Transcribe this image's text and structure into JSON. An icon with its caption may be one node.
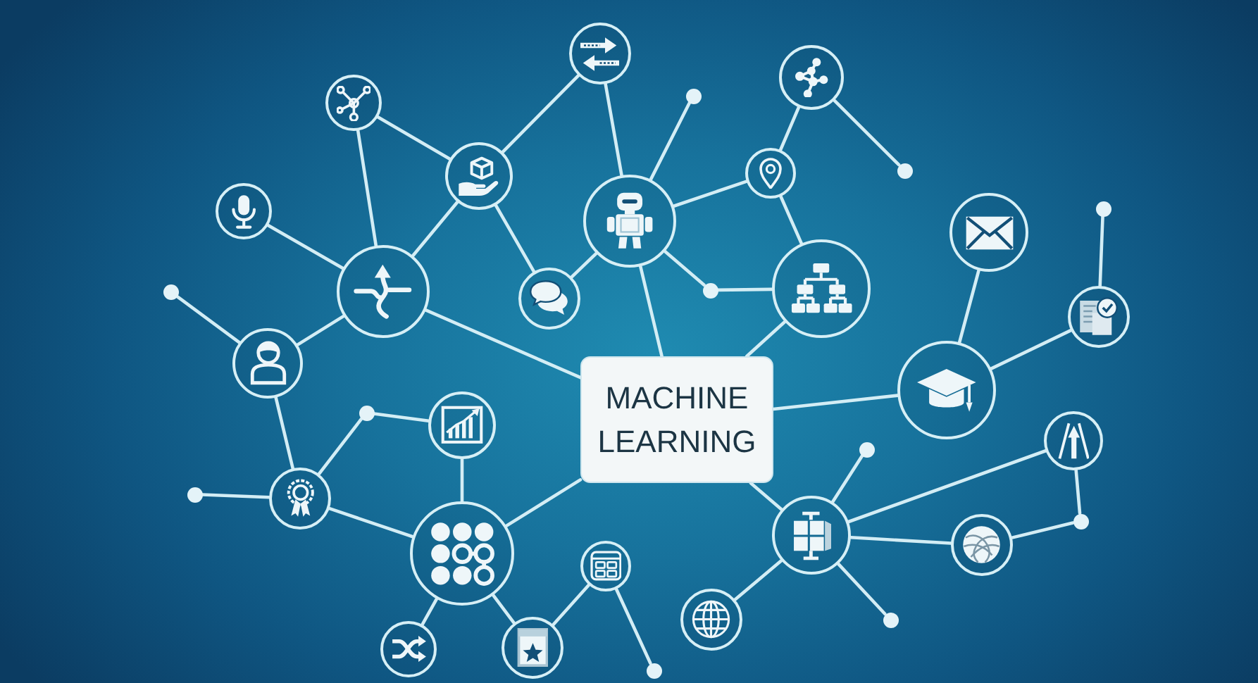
{
  "diagram": {
    "nodes": [
      {
        "text": [],
        "shape": "circle"
      },
      {
        "text": [],
        "shape": "circle"
      },
      {
        "text": [],
        "shape": "dot"
      },
      {
        "text": [],
        "shape": "circle"
      },
      {
        "text": [],
        "shape": "dot"
      },
      {
        "text": [],
        "shape": "circle"
      },
      {
        "text": [],
        "shape": "circle"
      },
      {
        "text": [],
        "shape": "dot"
      },
      {
        "text": [],
        "shape": "circle"
      },
      {
        "text": [],
        "shape": "circle"
      },
      {
        "text": [],
        "shape": "circle"
      },
      {
        "text": [],
        "shape": "circle"
      },
      {
        "text": [],
        "shape": "dot"
      },
      {
        "text": [],
        "shape": "dot"
      },
      {
        "text": [],
        "shape": "circle"
      },
      {
        "text": [],
        "shape": "circle"
      },
      {
        "text": [],
        "shape": "circle"
      },
      {
        "text": [],
        "shape": "circle"
      },
      {
        "text": [],
        "shape": "circle"
      },
      {
        "text": [
          "MACHINE LEARNING"
        ]
      },
      {
        "text": [],
        "shape": "dot"
      },
      {
        "text": [],
        "shape": "circle"
      },
      {
        "text": [],
        "shape": "circle"
      },
      {
        "text": [],
        "shape": "dot"
      },
      {
        "text": [],
        "shape": "dot"
      },
      {
        "text": [],
        "shape": "circle"
      },
      {
        "text": [],
        "shape": "dot"
      },
      {
        "text": [],
        "shape": "circle"
      },
      {
        "text": [],
        "shape": "circle"
      },
      {
        "text": [],
        "shape": "circle"
      },
      {
        "text": [],
        "shape": "circle"
      },
      {
        "text": [],
        "shape": "circle"
      },
      {
        "text": [],
        "shape": "dot"
      },
      {
        "text": [],
        "shape": "circle"
      },
      {
        "text": [],
        "shape": "circle"
      },
      {
        "text": [],
        "shape": "dot"
      }
    ],
    "edges": [
      {
        "from": 0,
        "to": 6,
        "arrow": "none"
      },
      {
        "from": 0,
        "to": 9,
        "arrow": "none"
      },
      {
        "from": 3,
        "to": 6,
        "arrow": "none"
      },
      {
        "from": 3,
        "to": 14,
        "arrow": "none"
      },
      {
        "from": 6,
        "to": 14,
        "arrow": "none"
      },
      {
        "from": 6,
        "to": 15,
        "arrow": "none"
      },
      {
        "from": 8,
        "to": 14,
        "arrow": "none"
      },
      {
        "from": 9,
        "to": 2,
        "arrow": "none"
      },
      {
        "from": 9,
        "to": 5,
        "arrow": "none"
      },
      {
        "from": 9,
        "to": 15,
        "arrow": "none"
      },
      {
        "from": 9,
        "to": 12,
        "arrow": "none"
      },
      {
        "from": 9,
        "to": 19,
        "arrow": "none"
      },
      {
        "from": 5,
        "to": 1,
        "arrow": "none"
      },
      {
        "from": 1,
        "to": 4,
        "arrow": "none"
      },
      {
        "from": 5,
        "to": 11,
        "arrow": "none"
      },
      {
        "from": 12,
        "to": 11,
        "arrow": "none"
      },
      {
        "from": 11,
        "to": 19,
        "arrow": "none"
      },
      {
        "from": 14,
        "to": 19,
        "arrow": "none"
      },
      {
        "from": 14,
        "to": 17,
        "arrow": "none"
      },
      {
        "from": 13,
        "to": 17,
        "arrow": "none"
      },
      {
        "from": 17,
        "to": 25,
        "arrow": "none"
      },
      {
        "from": 24,
        "to": 25,
        "arrow": "none"
      },
      {
        "from": 25,
        "to": 20,
        "arrow": "none"
      },
      {
        "from": 20,
        "to": 21,
        "arrow": "none"
      },
      {
        "from": 21,
        "to": 29,
        "arrow": "none"
      },
      {
        "from": 25,
        "to": 29,
        "arrow": "none"
      },
      {
        "from": 29,
        "to": 19,
        "arrow": "none"
      },
      {
        "from": 29,
        "to": 33,
        "arrow": "none"
      },
      {
        "from": 29,
        "to": 34,
        "arrow": "none"
      },
      {
        "from": 34,
        "to": 30,
        "arrow": "none"
      },
      {
        "from": 30,
        "to": 35,
        "arrow": "none"
      },
      {
        "from": 19,
        "to": 27,
        "arrow": "none"
      },
      {
        "from": 27,
        "to": 23,
        "arrow": "none"
      },
      {
        "from": 27,
        "to": 22,
        "arrow": "none"
      },
      {
        "from": 27,
        "to": 28,
        "arrow": "none"
      },
      {
        "from": 27,
        "to": 32,
        "arrow": "none"
      },
      {
        "from": 27,
        "to": 31,
        "arrow": "none"
      },
      {
        "from": 28,
        "to": 26,
        "arrow": "none"
      },
      {
        "from": 22,
        "to": 26,
        "arrow": "none"
      },
      {
        "from": 19,
        "to": 18,
        "arrow": "none"
      },
      {
        "from": 18,
        "to": 10,
        "arrow": "none"
      },
      {
        "from": 18,
        "to": 16,
        "arrow": "none"
      },
      {
        "from": 16,
        "to": 7,
        "arrow": "none"
      }
    ]
  }
}
